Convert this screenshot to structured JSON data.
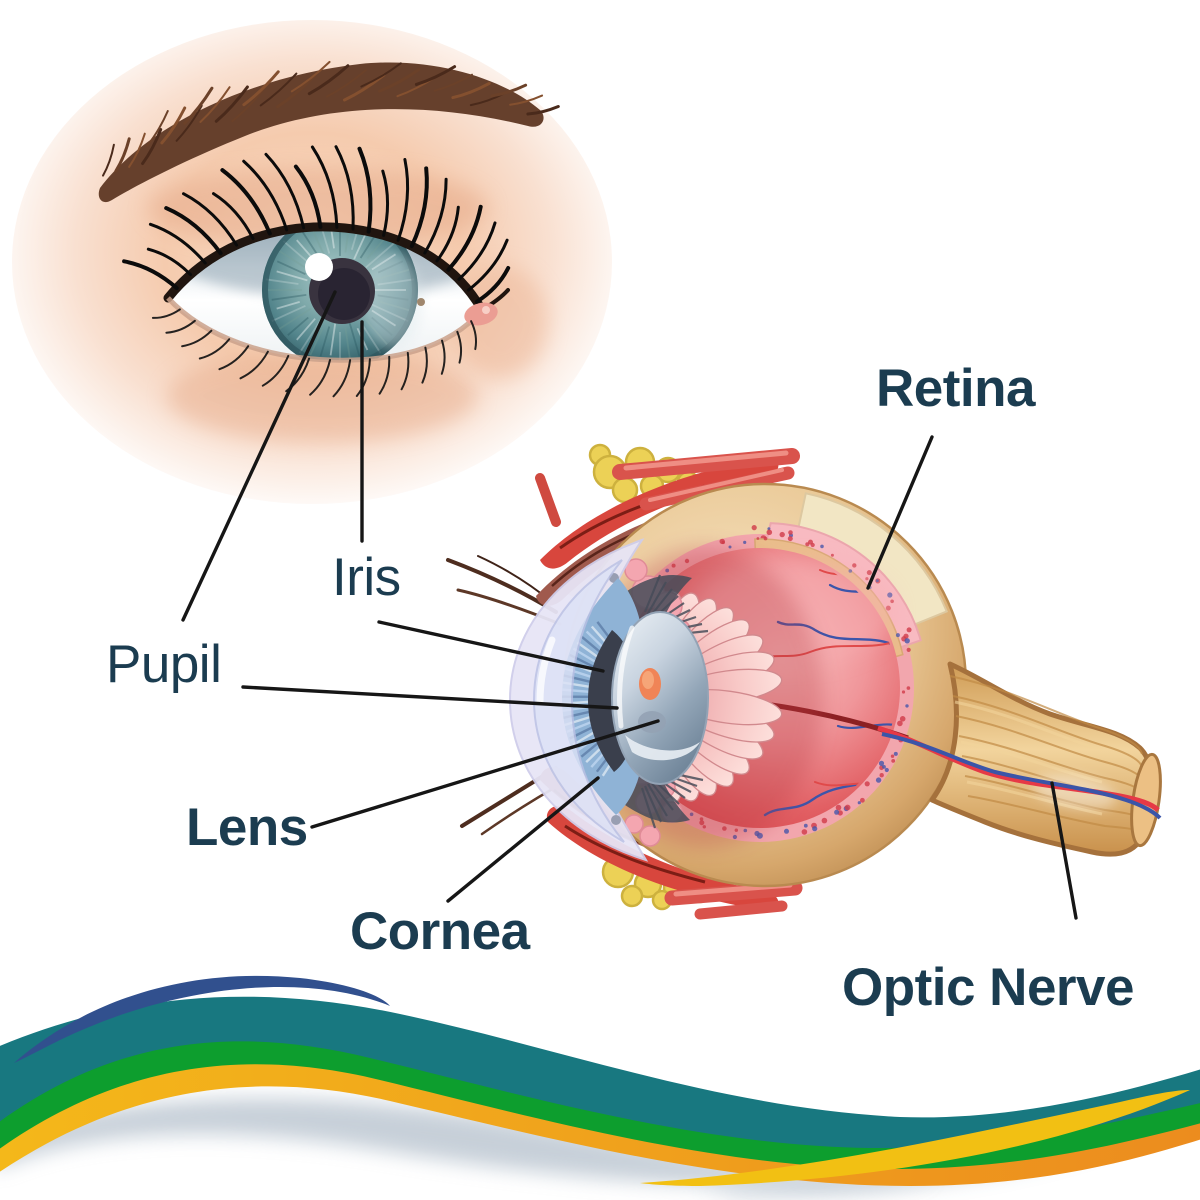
{
  "diagram": {
    "label_color": "#1b3c50",
    "line_color": "#161616",
    "labels": {
      "retina": "Retina",
      "iris": "Iris",
      "pupil": "Pupil",
      "lens": "Lens",
      "cornea": "Cornea",
      "optic_nerve": "Optic Nerve"
    }
  },
  "decoration": {
    "wave_colors": {
      "navy": "#31508e",
      "teal": "#187880",
      "green": "#0d9e2e",
      "orange_start": "#f4b81a",
      "orange_end": "#ec8c1e",
      "gold": "#f2c013"
    }
  }
}
